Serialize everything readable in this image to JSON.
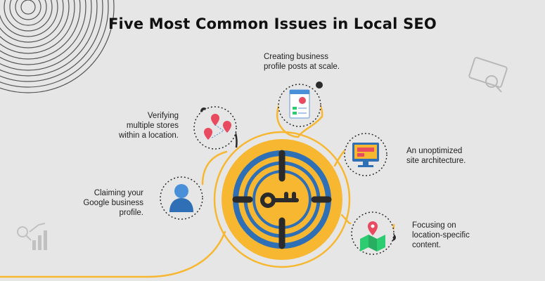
{
  "title": "Five Most Common Issues in Local SEO",
  "issues": [
    {
      "lines": [
        "Creating business",
        "profile posts at scale."
      ],
      "icon": "business-profile-post-icon"
    },
    {
      "lines": [
        "Verifying",
        "multiple stores",
        "within a location."
      ],
      "icon": "multiple-store-pins-icon"
    },
    {
      "lines": [
        "An unoptimized",
        "site architecture."
      ],
      "icon": "website-monitor-icon"
    },
    {
      "lines": [
        "Claiming your",
        "Google business",
        "profile."
      ],
      "icon": "user-profile-icon"
    },
    {
      "lines": [
        "Focusing on",
        "location-specific",
        "content."
      ],
      "icon": "map-location-icon"
    }
  ],
  "colors": {
    "accent": "#f7b731",
    "blue": "#2f6fb5",
    "dark": "#2b2b2b",
    "background": "#e6e6e6"
  }
}
